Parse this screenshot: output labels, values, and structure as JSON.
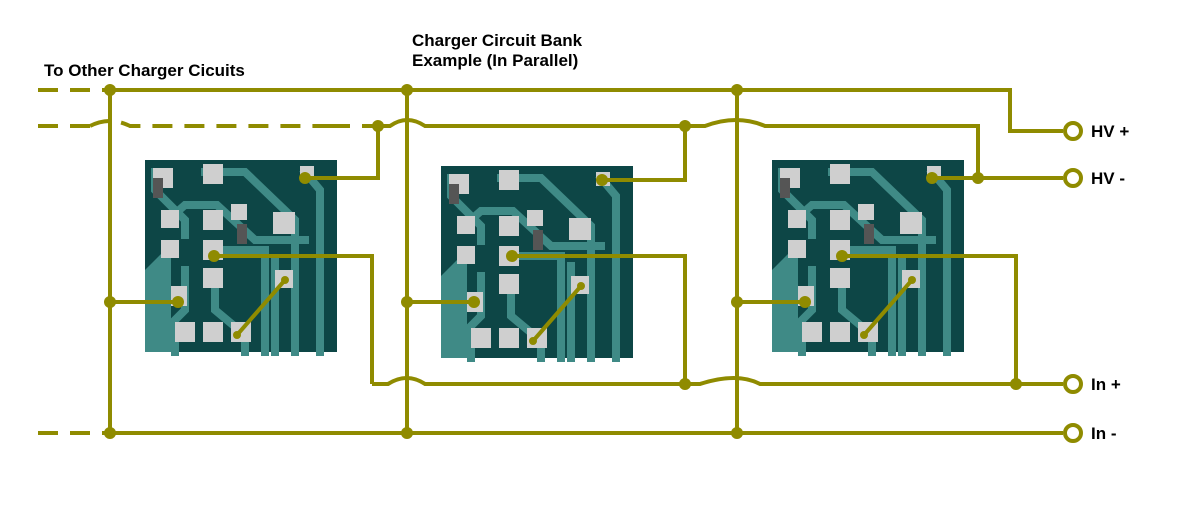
{
  "title": {
    "line1": "Charger Circuit Bank",
    "line2": "Example (In Parallel)"
  },
  "left_label": "To Other Charger Cicuits",
  "terminals": [
    {
      "id": "hv-plus",
      "label": "HV +"
    },
    {
      "id": "hv-minus",
      "label": "HV -"
    },
    {
      "id": "in-plus",
      "label": "In +"
    },
    {
      "id": "in-minus",
      "label": "In -"
    }
  ],
  "circuit_boards": 3,
  "colors": {
    "wire": "#8f8b00",
    "board": "#0d4646",
    "trace": "#3f8a86",
    "pad": "#cfcfcf"
  }
}
